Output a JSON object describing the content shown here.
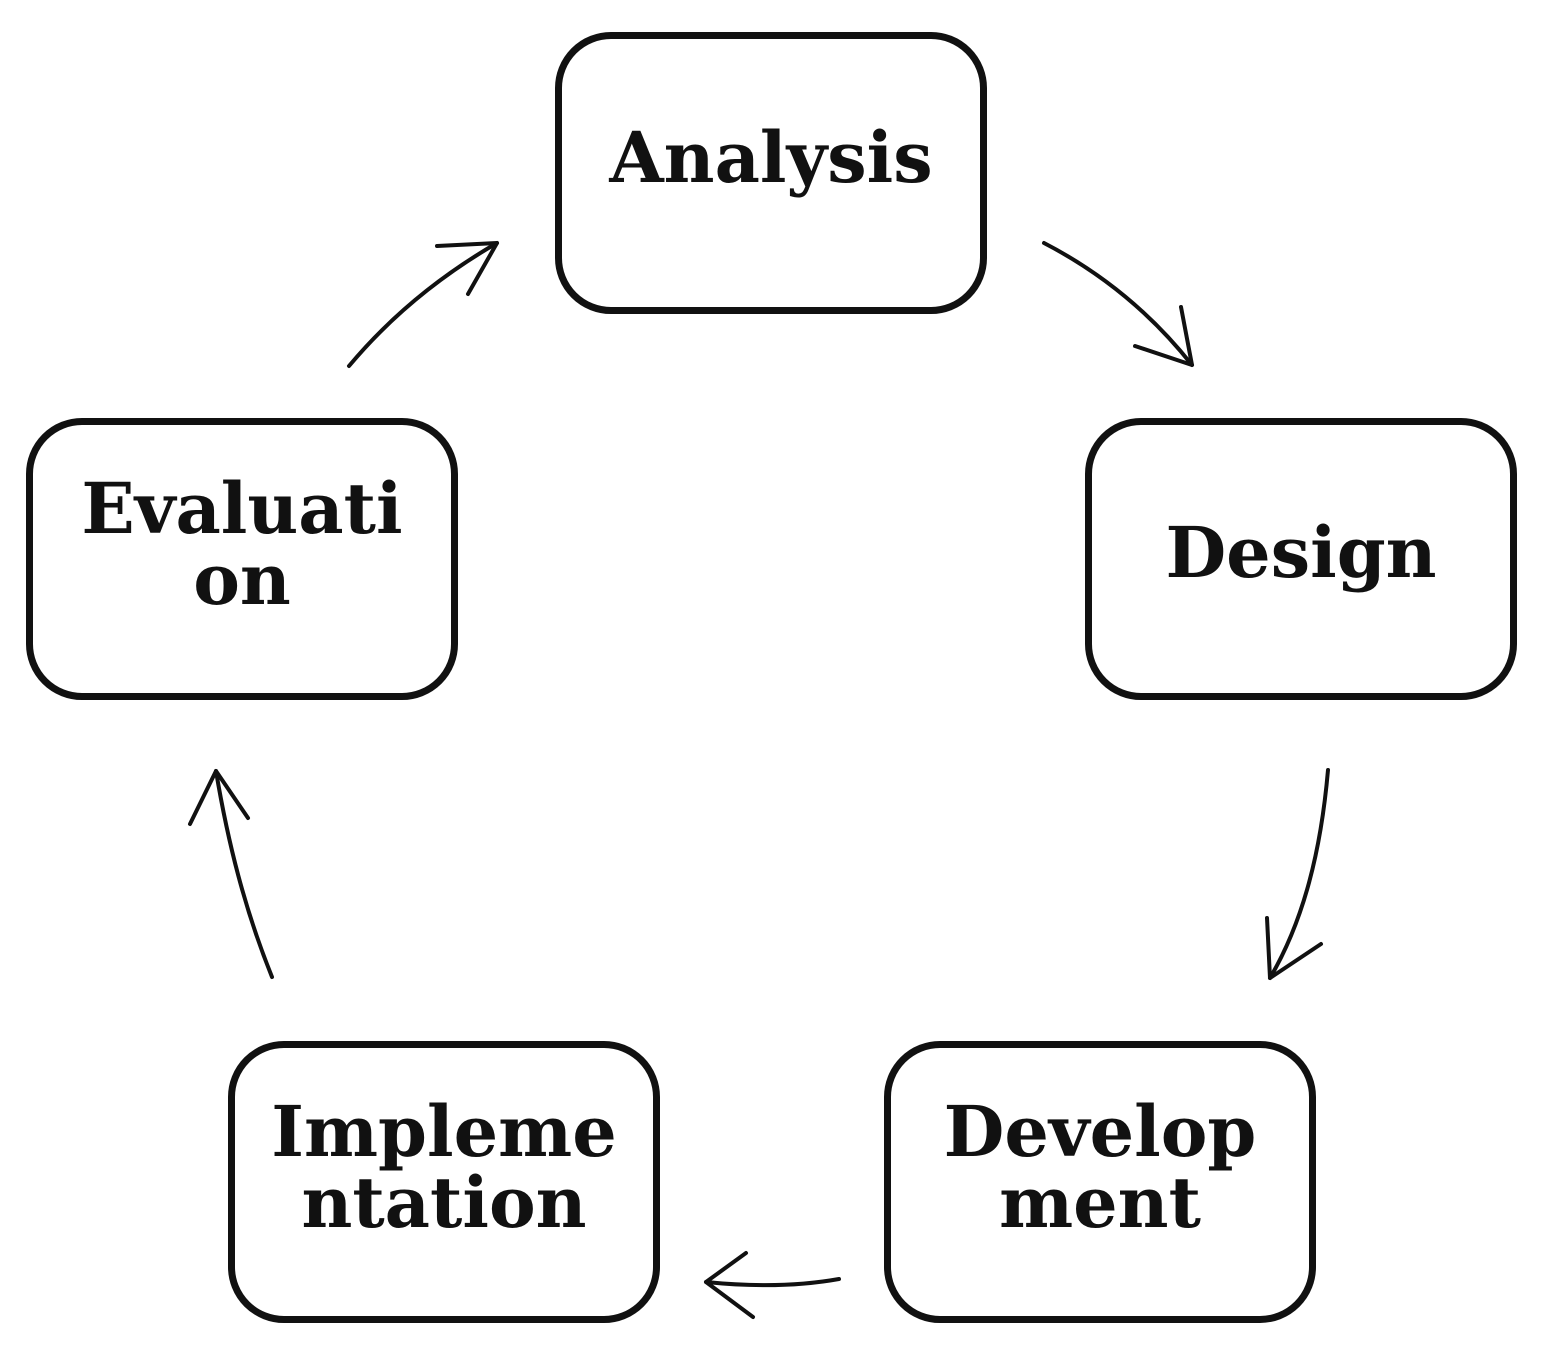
{
  "nodes": {
    "analysis": {
      "line1": "Analysis",
      "line2": ""
    },
    "design": {
      "line1": "Design",
      "line2": ""
    },
    "development": {
      "line1": "Develop",
      "line2": "ment"
    },
    "implementation": {
      "line1": "Impleme",
      "line2": "ntation"
    },
    "evaluation": {
      "line1": "Evaluati",
      "line2": "on"
    }
  },
  "edges": [
    {
      "from": "analysis",
      "to": "design"
    },
    {
      "from": "design",
      "to": "development"
    },
    {
      "from": "development",
      "to": "implementation"
    },
    {
      "from": "implementation",
      "to": "evaluation"
    },
    {
      "from": "evaluation",
      "to": "analysis"
    }
  ]
}
